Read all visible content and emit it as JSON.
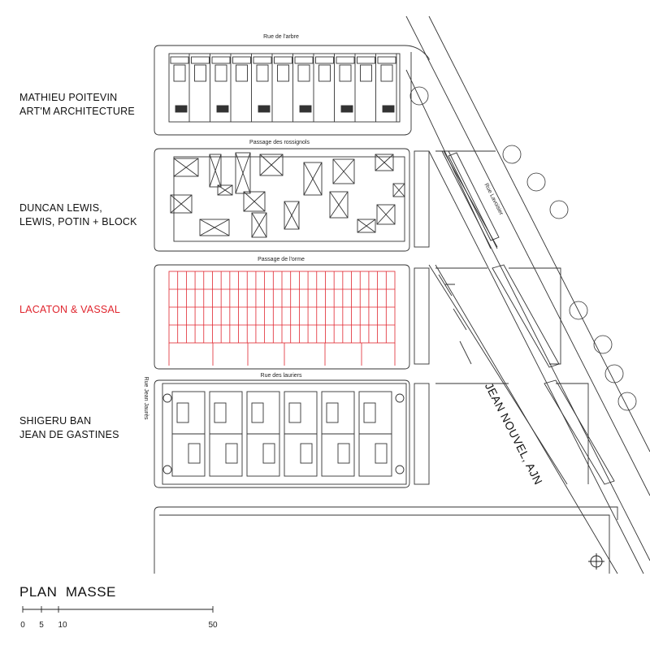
{
  "architects": [
    {
      "lines": [
        "MATHIEU POITEVIN",
        "ART'M ARCHITECTURE"
      ],
      "color": "#111111"
    },
    {
      "lines": [
        "DUNCAN LEWIS,",
        "LEWIS, POTIN + BLOCK"
      ],
      "color": "#111111"
    },
    {
      "lines": [
        "LACATON & VASSAL"
      ],
      "color": "#e0252e"
    },
    {
      "lines": [
        "SHIGERU BAN",
        "JEAN DE GASTINES"
      ],
      "color": "#111111"
    }
  ],
  "streets": {
    "rue_arbre": "Rue de l'arbre",
    "passage_rossignols": "Passage des rossignols",
    "passage_orme": "Passage de l'orme",
    "rue_lauriers": "Rue des lauriers",
    "rue_jean_jaures": "Rue Jean Jaurès",
    "rue_lavoisier": "Rue Lavoisier"
  },
  "jean_nouvel_label": "JEAN NOUVEL, AJN",
  "title": "PLAN  MASSE",
  "scale": {
    "ticks": [
      "0",
      "5",
      "10",
      "50"
    ]
  },
  "colors": {
    "highlight": "#e0252e",
    "line": "#333333"
  },
  "icons": {
    "north": "north-arrow-icon",
    "tree": "tree-icon"
  }
}
